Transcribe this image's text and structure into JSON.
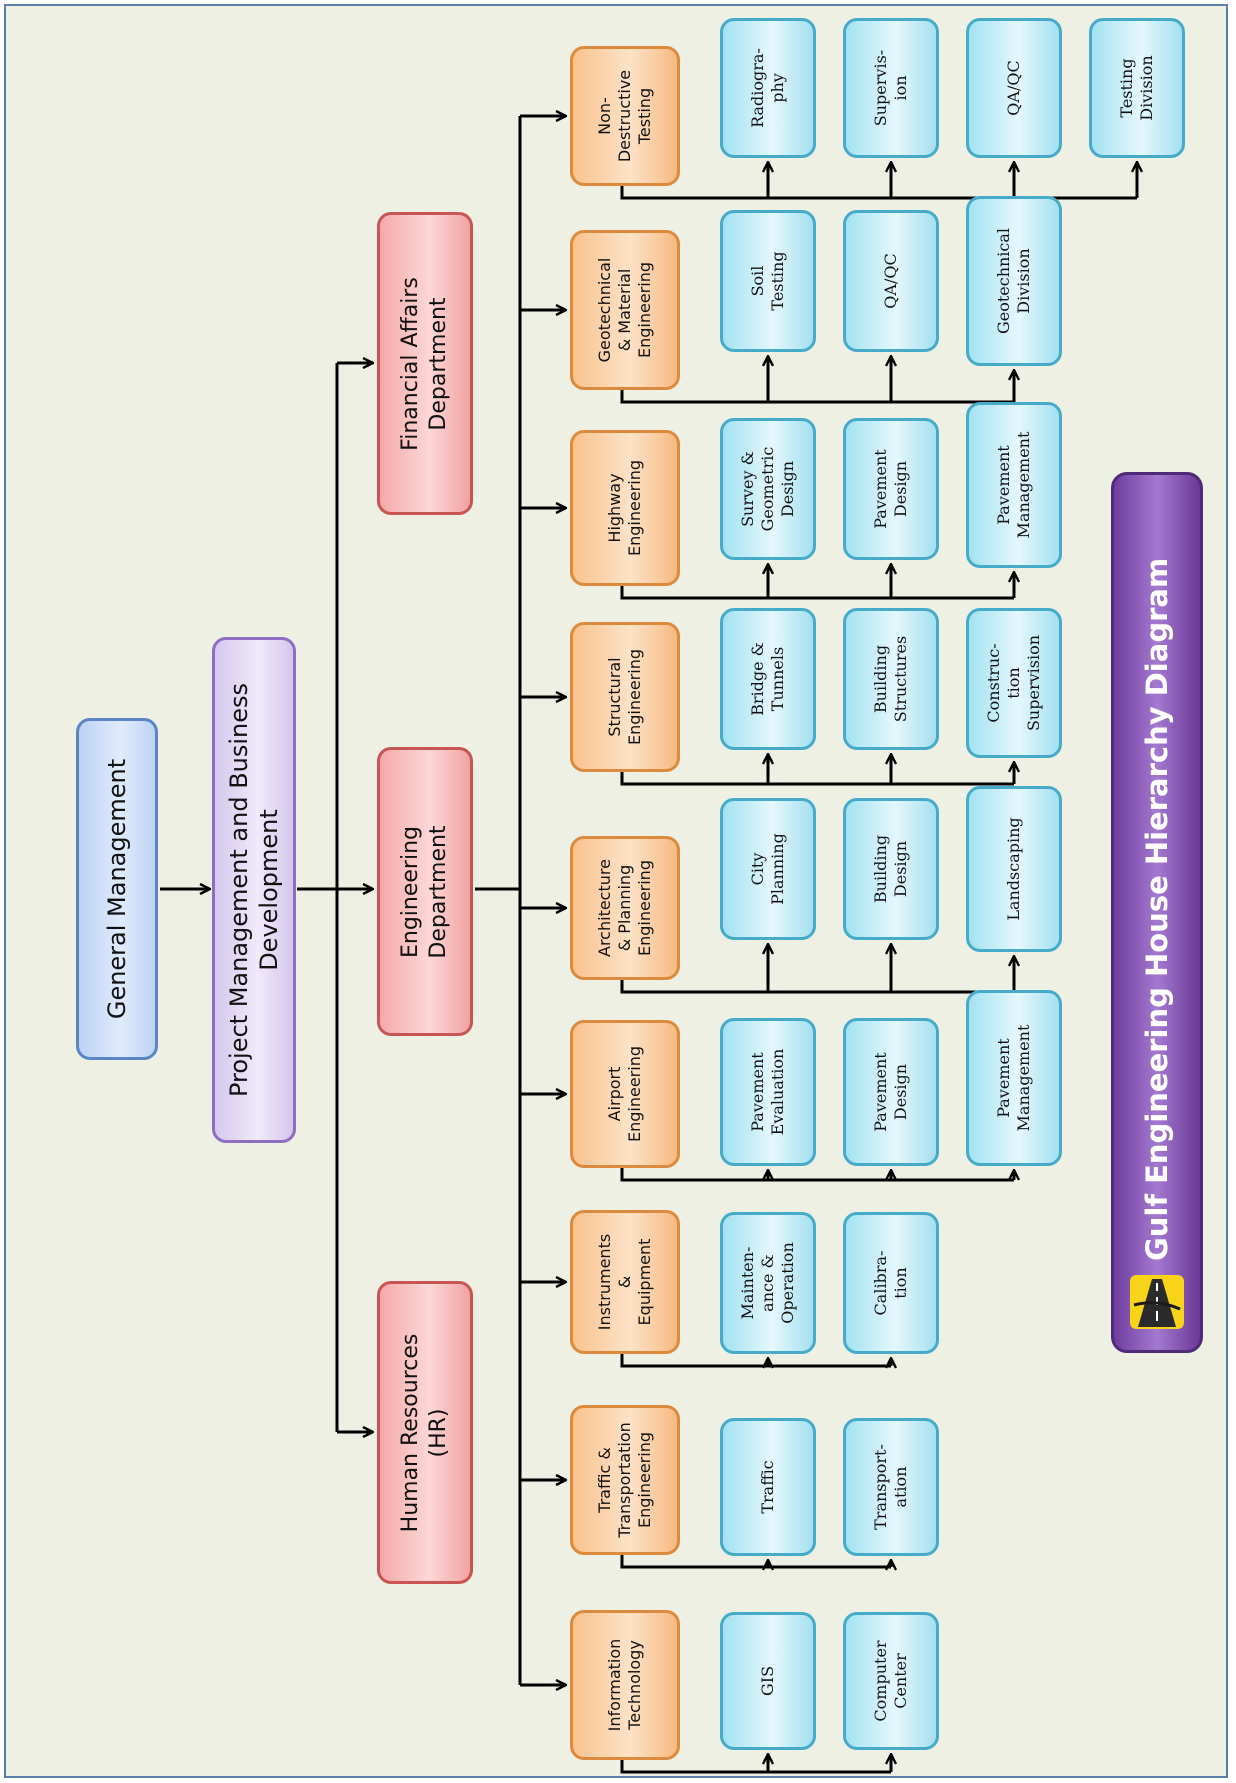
{
  "title": "Gulf Engineering House Hierarchy Diagram",
  "logo_icon": "road-logo-icon",
  "colors": {
    "background": "#eef0e3",
    "top_level": "#bcd3f4",
    "project_management": "#d6c8ee",
    "department": "#f4a9a9",
    "division": "#f9c28e",
    "sub_unit": "#a3e2f2",
    "title_banner": "#8c5bbd",
    "connector": "#000000"
  },
  "general_management": "General Management",
  "project_management": "Project Management and Business\nDevelopment",
  "departments": [
    {
      "key": "hr",
      "label": "Human Resources\n(HR)"
    },
    {
      "key": "engineering",
      "label": "Engineering\nDepartment"
    },
    {
      "key": "financial",
      "label": "Financial Affairs\nDepartment"
    }
  ],
  "divisions": [
    {
      "key": "it",
      "label": "Information\nTechnology",
      "units": [
        "GIS",
        "Computer\nCenter"
      ]
    },
    {
      "key": "traffic",
      "label": "Traffic &\nTransportation\nEngineering",
      "units": [
        "Traffic",
        "Transport-\nation"
      ]
    },
    {
      "key": "instruments",
      "label": "Instruments\n&\nEquipment",
      "units": [
        "Mainten-\nance &\nOperation",
        "Calibra-\ntion"
      ]
    },
    {
      "key": "airport",
      "label": "Airport\nEngineering",
      "units": [
        "Pavement\nEvaluation",
        "Pavement\nDesign",
        "Pavement\nManagement"
      ]
    },
    {
      "key": "architecture",
      "label": "Architecture\n& Planning\nEngineering",
      "units": [
        "City\nPlanning",
        "Building\nDesign",
        "Landscaping"
      ]
    },
    {
      "key": "structural",
      "label": "Structural\nEngineering",
      "units": [
        "Bridge &\nTunnels",
        "Building\nStructures",
        "Construc-\ntion\nSupervision"
      ]
    },
    {
      "key": "highway",
      "label": "Highway\nEngineering",
      "units": [
        "Survey &\nGeometric\nDesign",
        "Pavement\nDesign",
        "Pavement\nManagement"
      ]
    },
    {
      "key": "geotechnical",
      "label": "Geotechnical\n& Material\nEngineering",
      "units": [
        "Soil\nTesting",
        "QA/QC",
        "Geotechnical\nDivision"
      ]
    },
    {
      "key": "ndt",
      "label": "Non-\nDestructive\nTesting",
      "units": [
        "Radiogra-\nphy",
        "Supervis-\nion",
        "QA/QC",
        "Testing\nDivision"
      ]
    }
  ]
}
